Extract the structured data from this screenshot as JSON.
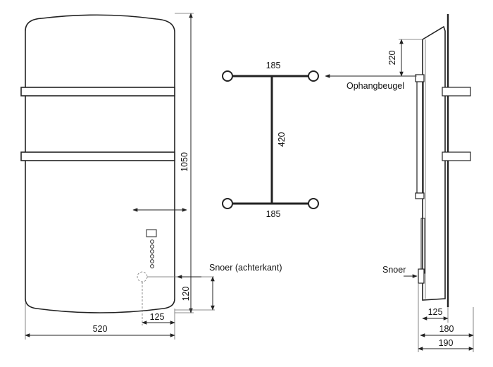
{
  "front_view": {
    "dim_height": "1050",
    "dim_width": "520",
    "dim_offset": "125",
    "dim_cord_height": "120"
  },
  "bracket_view": {
    "dim_top": "185",
    "dim_bottom": "185",
    "dim_vertical": "420"
  },
  "side_view": {
    "dim_top": "220",
    "dim_depth1": "125",
    "dim_depth2": "180",
    "dim_depth3": "190"
  },
  "labels": {
    "cord_back": "Snoer (achterkant)",
    "hanging_bracket": "Ophangbeugel",
    "cord": "Snoer"
  }
}
